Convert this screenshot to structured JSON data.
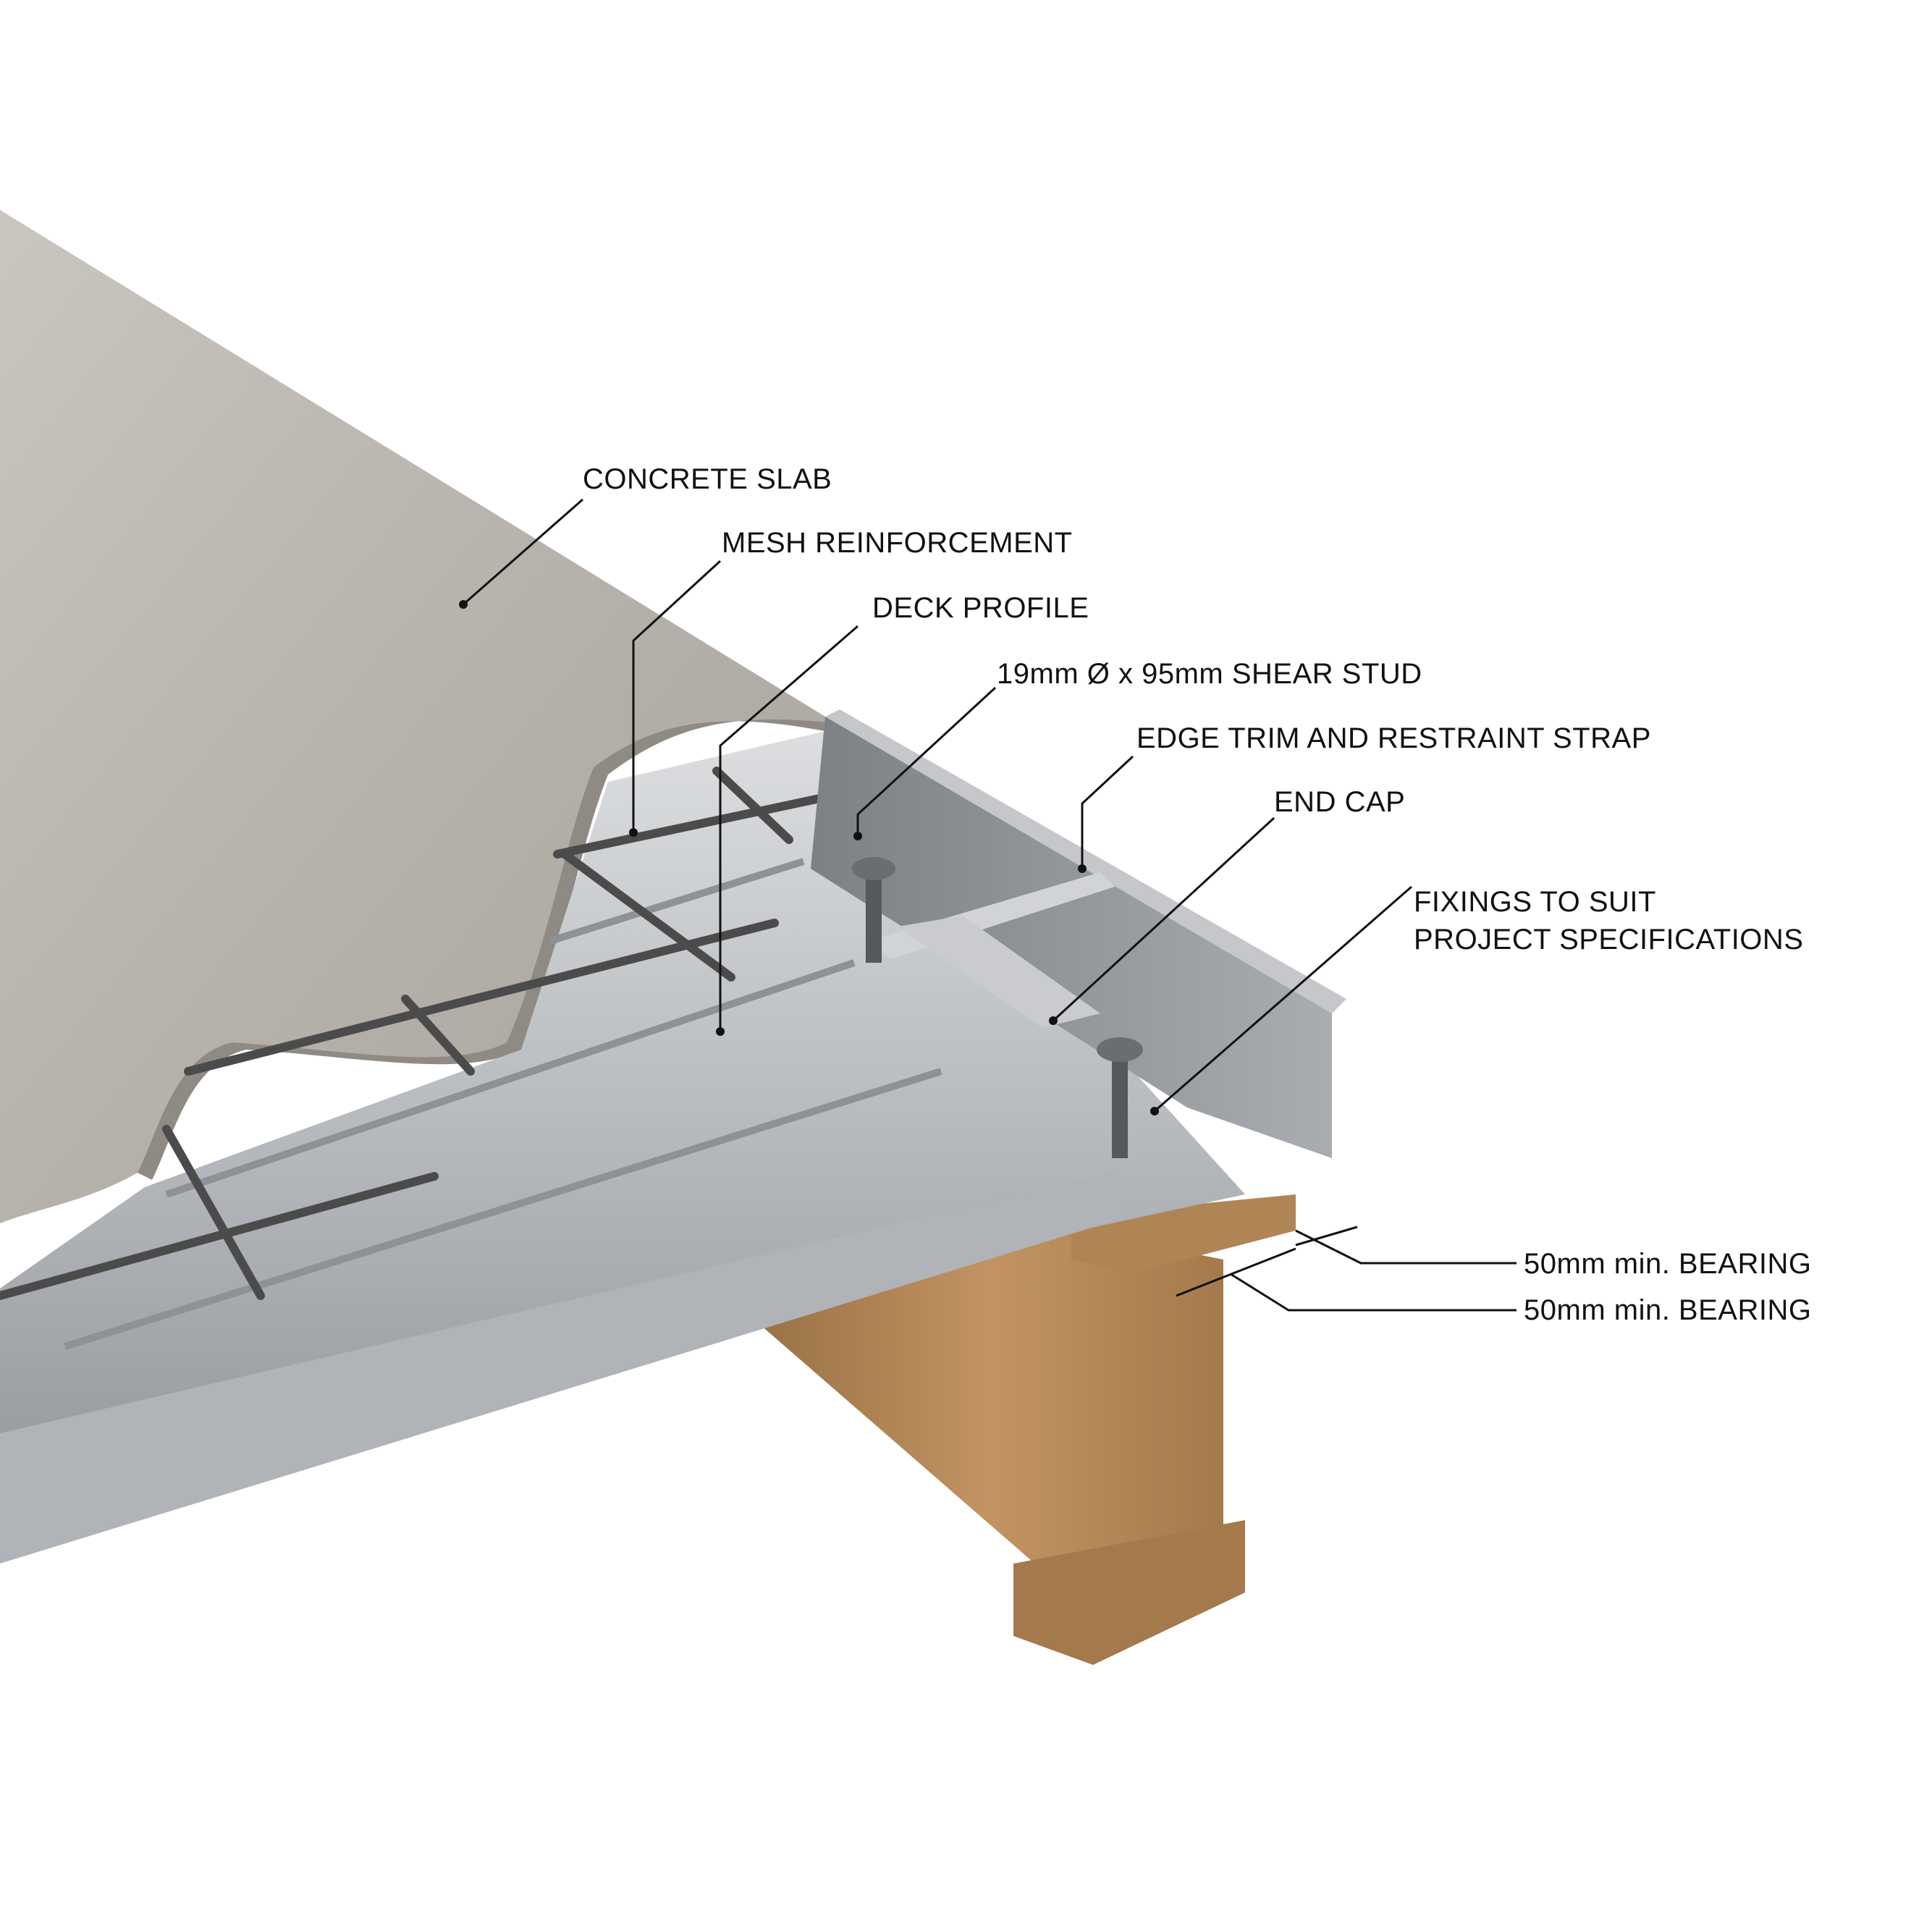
{
  "colors": {
    "background": "#ffffff",
    "concrete": "#b9b4ad",
    "concrete_dark": "#8f8a83",
    "deck": "#c4c6c9",
    "deck_dark": "#8e9196",
    "trim": "#9c9fa3",
    "trim_dark": "#6e7176",
    "beam": "#b88c5a",
    "beam_dark": "#8f6a40",
    "rebar": "#4b4b4b",
    "leader": "#111111"
  },
  "callouts": [
    {
      "id": "concrete-slab",
      "text": "CONCRETE SLAB"
    },
    {
      "id": "mesh-reinforcement",
      "text": "MESH REINFORCEMENT"
    },
    {
      "id": "deck-profile",
      "text": "DECK PROFILE"
    },
    {
      "id": "shear-stud",
      "text": "19mm Ø x 95mm SHEAR STUD"
    },
    {
      "id": "edge-trim",
      "text": "EDGE TRIM AND RESTRAINT STRAP"
    },
    {
      "id": "end-cap",
      "text": "END CAP"
    },
    {
      "id": "fixings",
      "text": "FIXINGS TO SUIT\nPROJECT SPECIFICATIONS"
    },
    {
      "id": "bearing-upper",
      "text": "50mm min. BEARING"
    },
    {
      "id": "bearing-lower",
      "text": "50mm min. BEARING"
    }
  ]
}
